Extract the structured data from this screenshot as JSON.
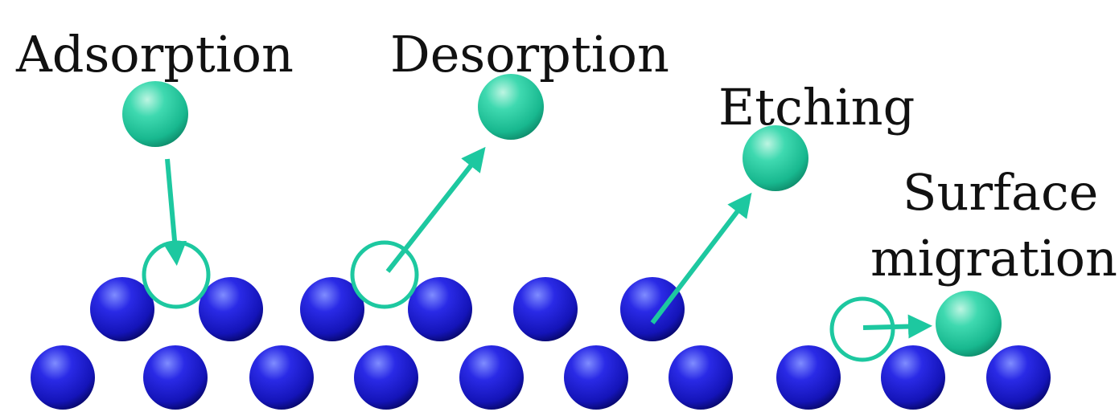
{
  "labels": {
    "adsorption": "Adsorption",
    "desorption": "Desorption",
    "etching": "Etching",
    "surface_line1": "Surface",
    "surface_line2": "migration"
  },
  "colors": {
    "adatom": "#20c9a0",
    "adatom_highlight": "#bdf5e2",
    "adatom_dark": "#0f8e6d",
    "arrow": "#1dc8a0",
    "vacancy_ring": "#1dc8a0",
    "substrate": "#1a1acc",
    "substrate_highlight": "#7f8cff",
    "substrate_dark": "#08086e",
    "text": "#111111"
  },
  "icons": {
    "adatom": "green-sphere-icon",
    "substrate_atom": "blue-sphere-icon",
    "vacancy": "empty-site-ring-icon",
    "arrow": "arrow-icon"
  }
}
